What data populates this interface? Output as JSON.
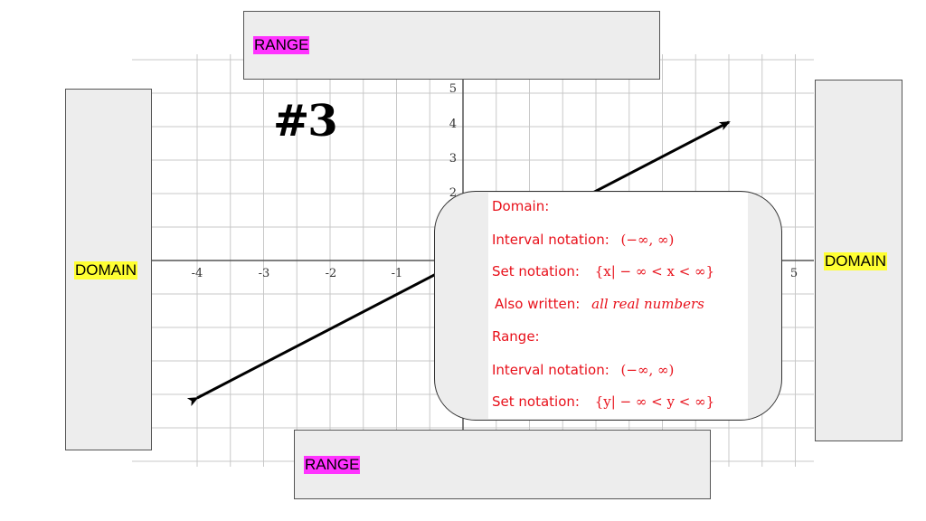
{
  "graph": {
    "x_ticks": [
      "-4",
      "-3",
      "-2",
      "-1",
      "5"
    ],
    "y_ticks": [
      "5",
      "4",
      "3",
      "2"
    ],
    "line_description": "arrow line extending both directions"
  },
  "problem_label": "#3",
  "range_top": "RANGE",
  "range_bottom": "RANGE",
  "domain_left": "DOMAIN",
  "domain_right": "DOMAIN",
  "answer": {
    "domain_label": "Domain:",
    "domain_interval_label": "Interval notation:",
    "domain_interval_value": "(−∞, ∞)",
    "domain_set_label": "Set notation:",
    "domain_set_value": "{x| − ∞ < x < ∞}",
    "also_label": "Also written:",
    "also_value": "all real numbers",
    "range_label": "Range:",
    "range_interval_label": "Interval notation:",
    "range_interval_value": "(−∞, ∞)",
    "range_set_label": "Set notation:",
    "range_set_value": "{y| − ∞ < y < ∞}"
  },
  "colors": {
    "highlight_magenta": "#ff33ff",
    "highlight_yellow": "#ffff33",
    "answer_text": "#e8101a",
    "box_fill": "#ededed"
  }
}
